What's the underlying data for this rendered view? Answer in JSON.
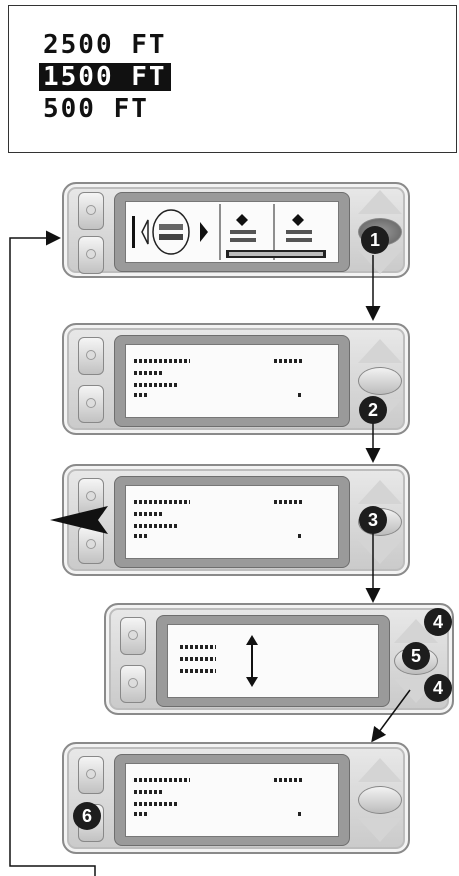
{
  "altitude_list": {
    "items": [
      {
        "label": "2500 FT",
        "selected": false
      },
      {
        "label": "1500 FT",
        "selected": true
      },
      {
        "label": "500 FT",
        "selected": false
      }
    ]
  },
  "steps": {
    "s1": "1",
    "s2": "2",
    "s3": "3",
    "s4a": "4",
    "s4b": "4",
    "s5": "5",
    "s6": "6"
  },
  "colors": {
    "badge": "#1d1d1d",
    "selected_bg": "#111111"
  }
}
